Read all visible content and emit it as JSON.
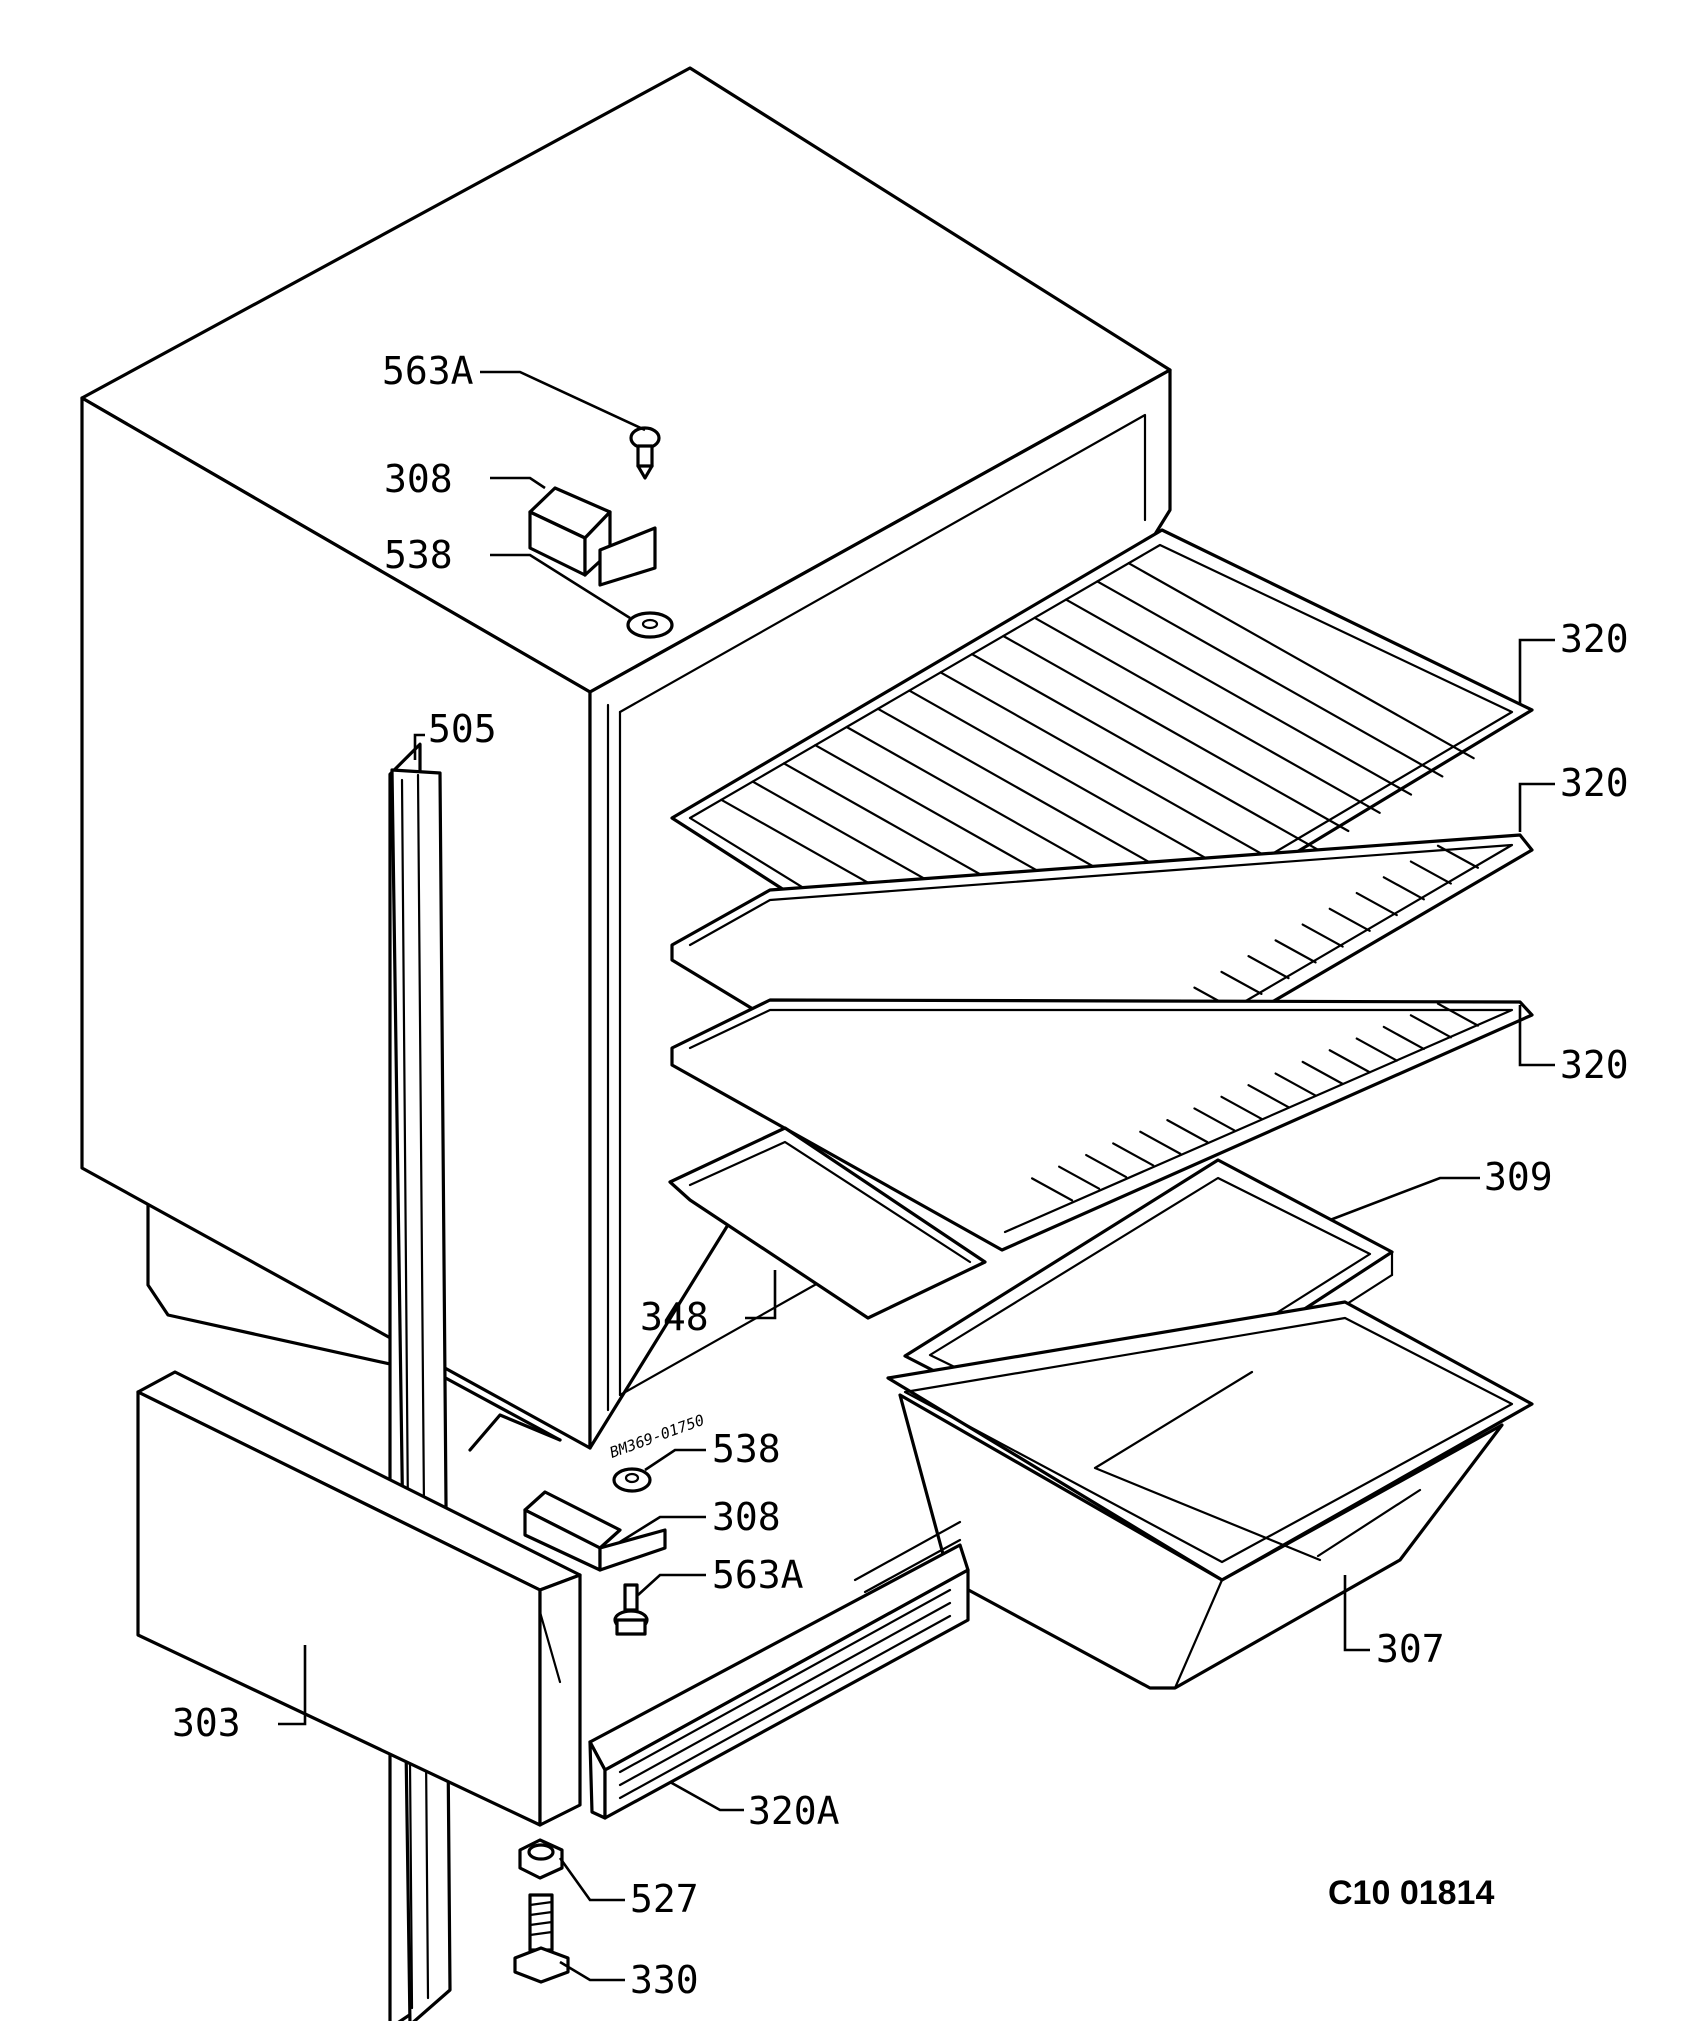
{
  "callouts": {
    "c563a_top": "563A",
    "c308_top": "308",
    "c538_top": "538",
    "c505": "505",
    "c320_1": "320",
    "c320_2": "320",
    "c320_3": "320",
    "c309": "309",
    "c348": "348",
    "c538_bottom": "538",
    "c308_bottom": "308",
    "c563a_bottom": "563A",
    "c307": "307",
    "c303": "303",
    "c320a": "320A",
    "c527": "527",
    "c330": "330"
  },
  "stamp": "BM369-01750",
  "drawing_code": "C10 01814"
}
